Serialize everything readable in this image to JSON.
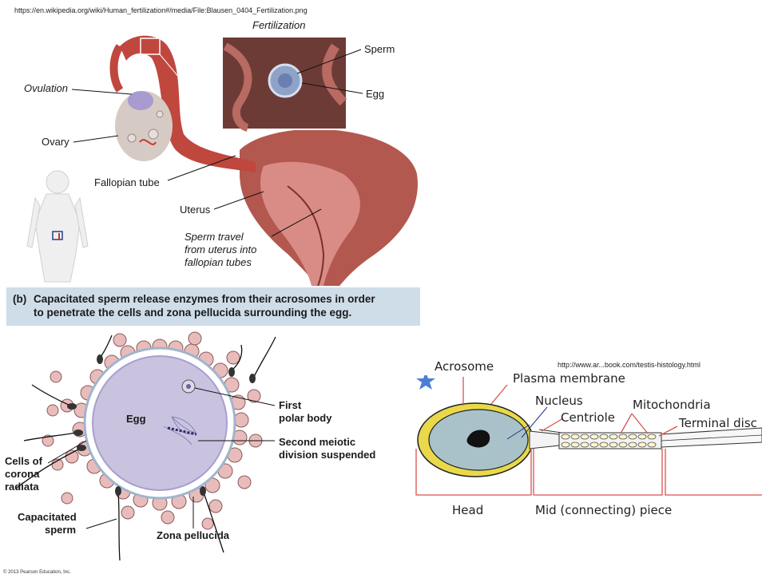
{
  "top_url": "https://en.wikipedia.org/wiki/Human_fertilization#/media/File:Blausen_0404_Fertilization.png",
  "fertilization_panel": {
    "title": "Fertilization",
    "labels": {
      "sperm": "Sperm",
      "egg": "Egg",
      "ovulation": "Ovulation",
      "ovary": "Ovary",
      "fallopian_tube": "Fallopian tube",
      "uterus": "Uterus",
      "sperm_travel": [
        "Sperm travel",
        "from uterus into",
        "fallopian tubes"
      ]
    }
  },
  "caption": {
    "tag": "(b)",
    "line1": "Capacitated sperm release enzymes from their acrosomes in order",
    "line2": "to penetrate the cells and zona pellucida surrounding the egg."
  },
  "egg_panel": {
    "labels": {
      "egg": "Egg",
      "first_polar_body": [
        "First",
        "polar body"
      ],
      "second_meiotic": [
        "Second meiotic",
        "division suspended"
      ],
      "corona": [
        "Cells of",
        "corona",
        "radiata"
      ],
      "capacitated_sperm": [
        "Capacitated",
        "sperm"
      ],
      "zona_pellucida": "Zona pellucida"
    },
    "copyright": "© 2013 Pearson Education, Inc."
  },
  "sperm_panel": {
    "url": "http://www.ar...book.com/testis-histology.html",
    "labels": {
      "acrosome": "Acrosome",
      "plasma_membrane": "Plasma membrane",
      "nucleus": "Nucleus",
      "centriole": "Centriole",
      "mitochondria": "Mitochondria",
      "terminal_disc": "Terminal disc",
      "head": "Head",
      "mid_piece": "Mid (connecting) piece"
    }
  },
  "colors": {
    "caption_bg": "#cfdde9",
    "uterus_tissue": "#b3584f",
    "egg_fill": "#c9c3e0",
    "zona": "#ffffff",
    "corona_cell": "#e9bcbc",
    "sperm_head_fill": "#a9c2c9",
    "acrosome_yellow": "#f0e26a",
    "bracket_red": "#d9534f"
  }
}
